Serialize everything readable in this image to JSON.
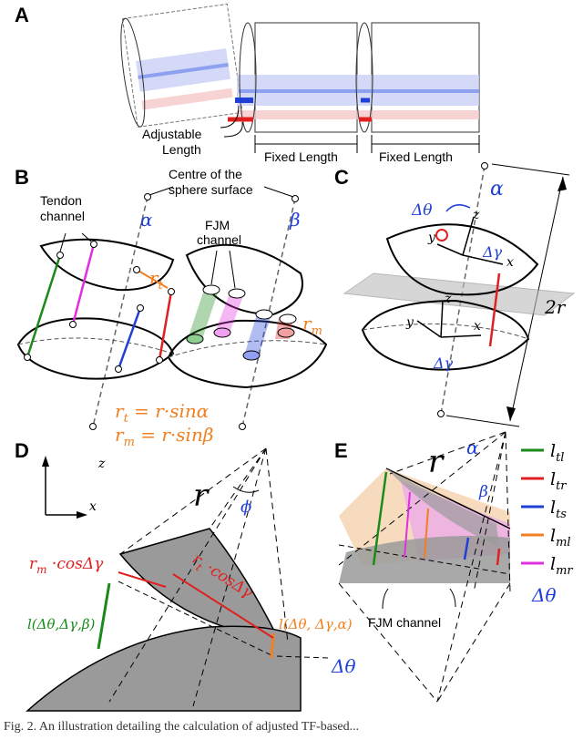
{
  "panels": {
    "a": "A",
    "b": "B",
    "c": "C",
    "d": "D",
    "e": "E"
  },
  "panel_a": {
    "adjustable_line1": "Adjustable",
    "adjustable_line2": "Length",
    "fixed_length_1": "Fixed Length",
    "fixed_length_2": "Fixed Length"
  },
  "panel_b": {
    "centre_line1": "Centre of the",
    "centre_line2": "sphere surface",
    "tendon_line1": "Tendon",
    "tendon_line2": "channel",
    "fjm_line1": "FJM",
    "fjm_line2": "channel",
    "alpha": "α",
    "beta": "β",
    "rt": "r",
    "rt_sub": "t",
    "rm": "r",
    "rm_sub": "m",
    "eq1": "r",
    "eq1_sub": "t",
    "eq1_rhs": " = r·sinα",
    "eq2": "r",
    "eq2_sub": "m",
    "eq2_rhs": " = r·sinβ"
  },
  "panel_c": {
    "alpha": "α",
    "dtheta": "Δθ",
    "dgamma": "Δγ",
    "z": "z",
    "y": "y",
    "x": "x",
    "two_r": "2r"
  },
  "panel_d": {
    "z": "z",
    "x": "x",
    "r": "r",
    "phi": "ϕ",
    "rm_cos": "r",
    "rm_sub": "m",
    "rm_rhs": " ·cosΔγ",
    "rt_cos": "r",
    "rt_sub": "t",
    "rt_rhs": " ·cosΔγ",
    "l_left": "l(Δθ,Δγ,β)",
    "l_right": "l(Δθ, Δγ,α)",
    "dtheta": "Δθ"
  },
  "panel_e": {
    "alpha": "α",
    "beta": "β",
    "r": "r",
    "fjm": "FJM channel",
    "dtheta": "Δθ"
  },
  "legend": [
    {
      "label": "l",
      "sub": "tl",
      "color": "#1a8a1a"
    },
    {
      "label": "l",
      "sub": "tr",
      "color": "#e02020"
    },
    {
      "label": "l",
      "sub": "ts",
      "color": "#1f3fd6"
    },
    {
      "label": "l",
      "sub": "ml",
      "color": "#f08020"
    },
    {
      "label": "l",
      "sub": "mr",
      "color": "#e030e0"
    }
  ],
  "colors": {
    "green": "#1a8a1a",
    "red": "#e02020",
    "blue": "#1f3fd6",
    "orange": "#f08020",
    "magenta": "#e030e0",
    "gray": "#9a9a9a"
  },
  "caption": "Fig. 2.  An illustration detailing the calculation of adjusted TF-based..."
}
